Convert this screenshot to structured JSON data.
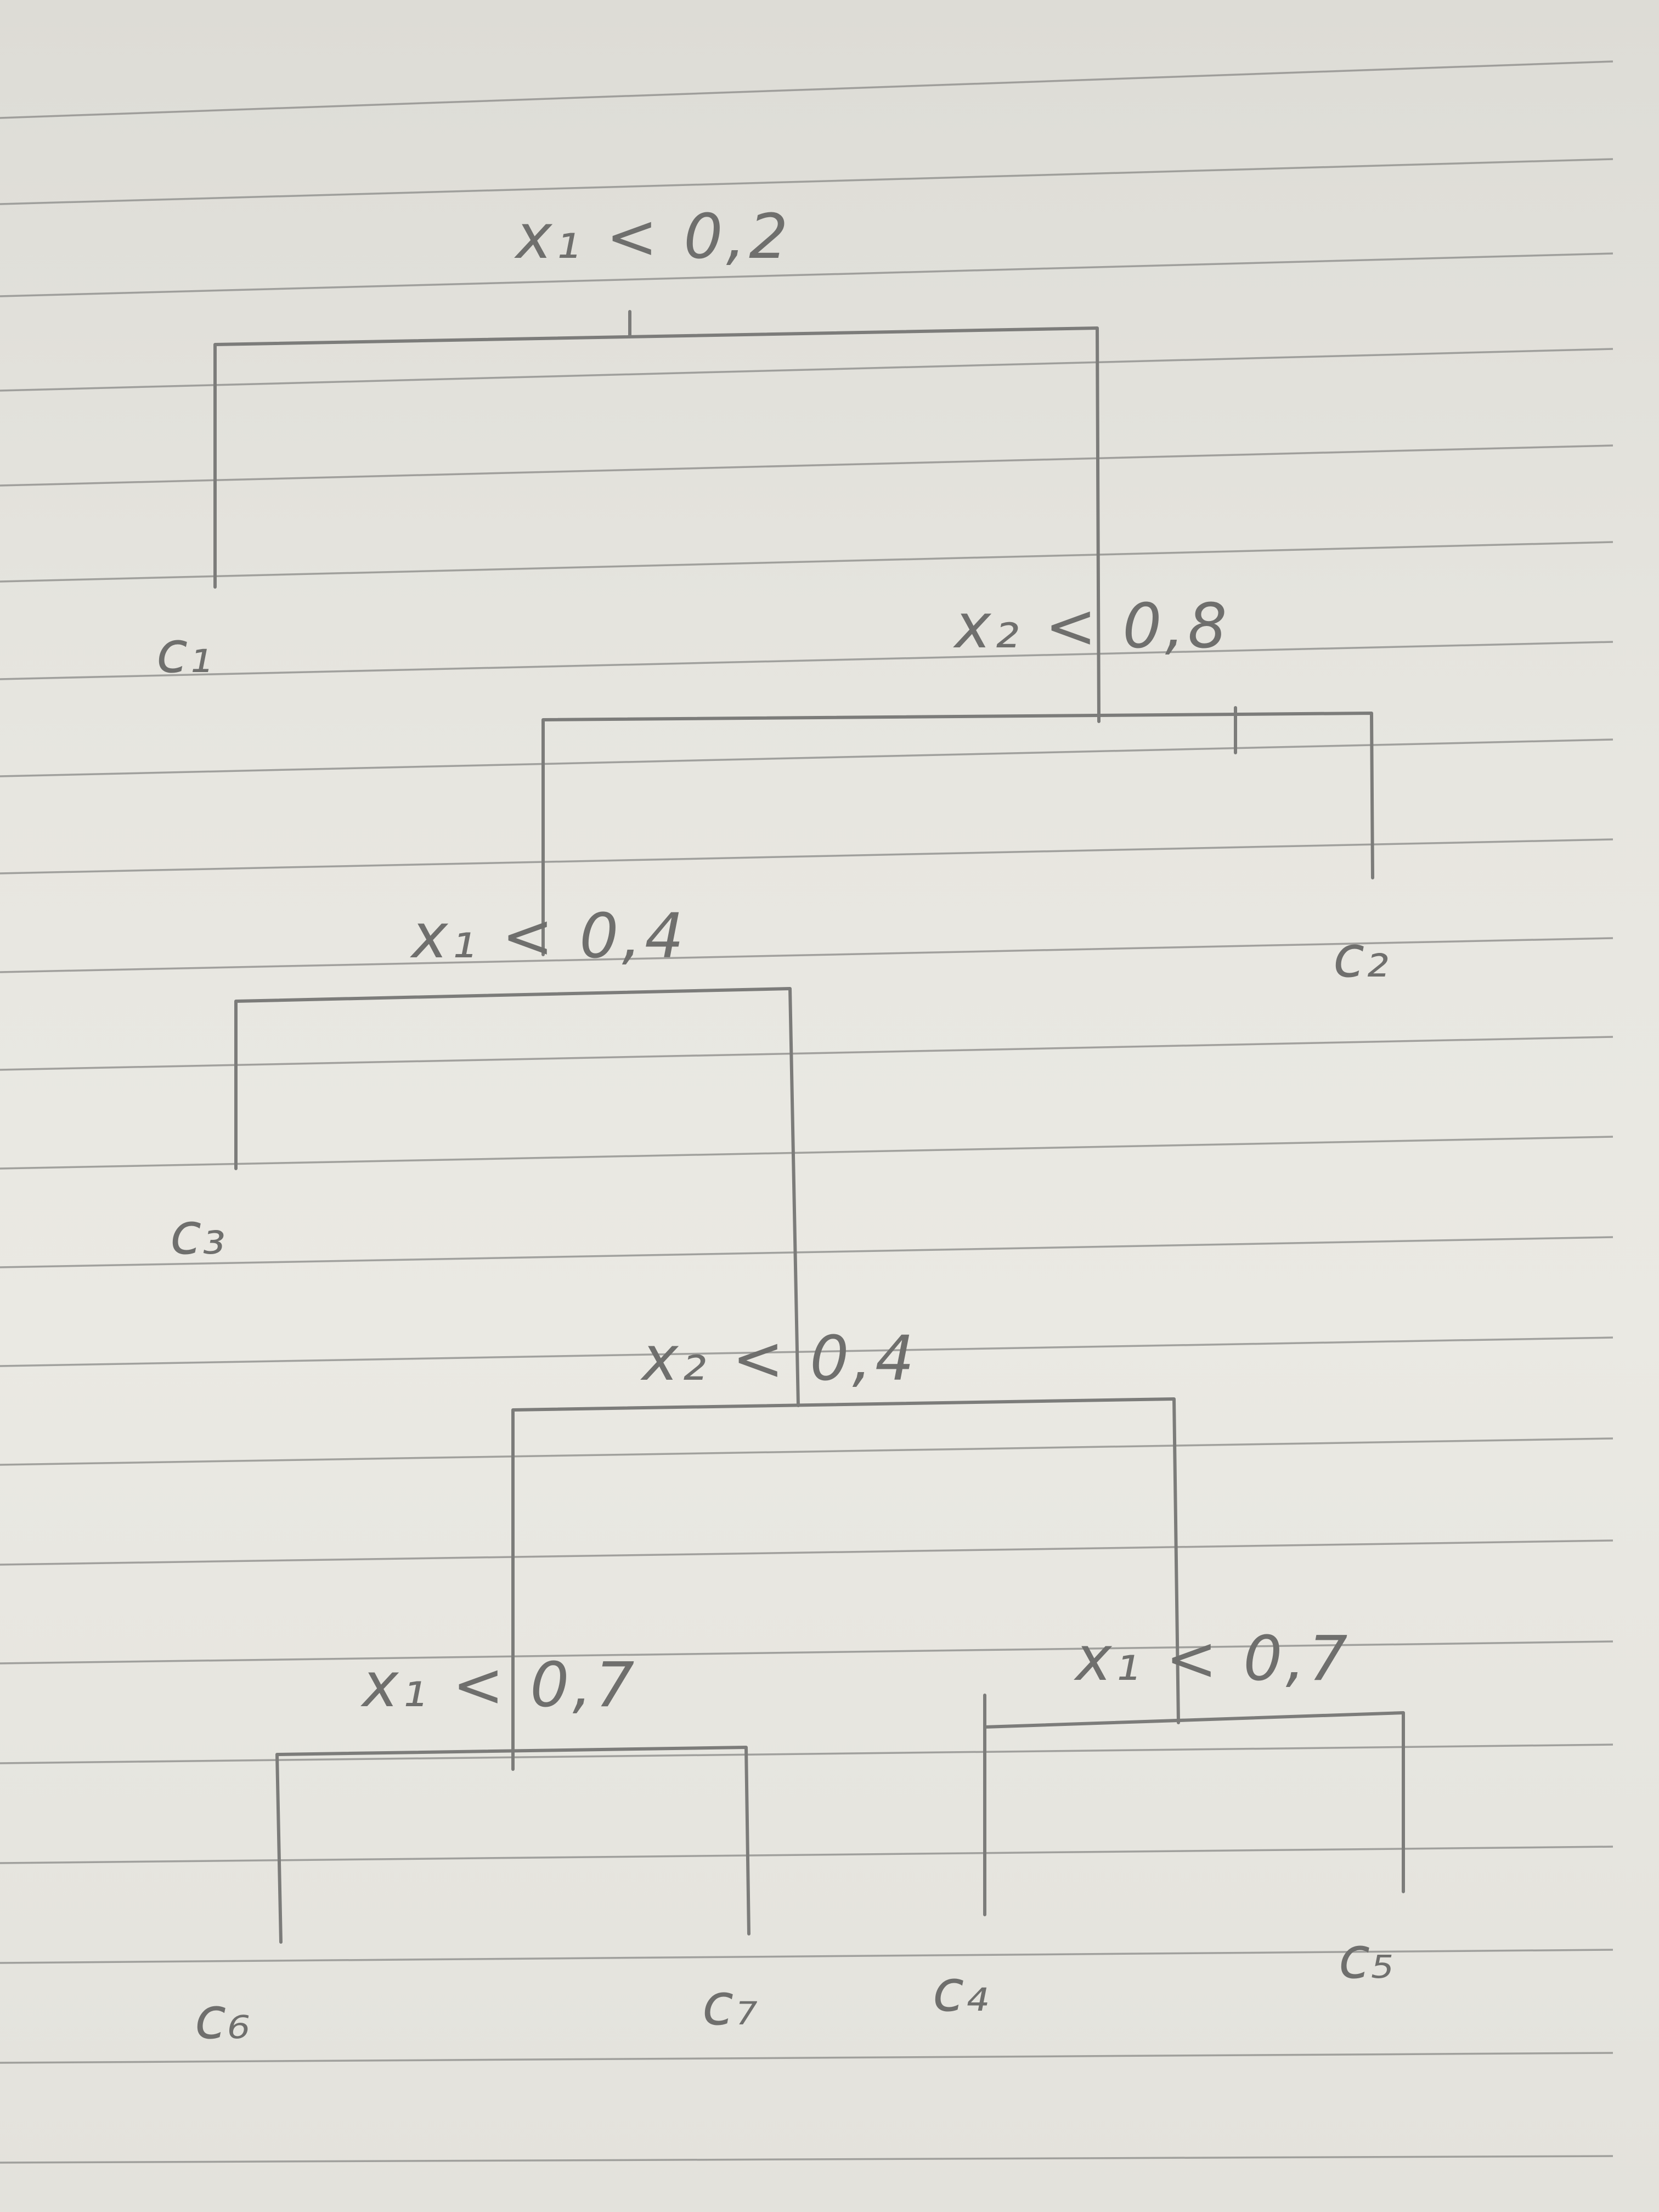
{
  "tree": {
    "root": {
      "condition": "x₁ < 0,2"
    },
    "nodes": [
      {
        "id": "n2",
        "condition": "x₂ < 0,8"
      },
      {
        "id": "n3",
        "condition": "x₁ < 0,4"
      },
      {
        "id": "n4",
        "condition": "x₂ < 0,4"
      },
      {
        "id": "n5",
        "condition": "x₁ < 0,7"
      },
      {
        "id": "n6",
        "condition": "x₁ < 0,7"
      }
    ],
    "leaves": {
      "c1": "c₁",
      "c2": "c₂",
      "c3": "c₃",
      "c4": "c₄",
      "c5": "c₅",
      "c6": "c₆",
      "c7": "c₇"
    }
  }
}
